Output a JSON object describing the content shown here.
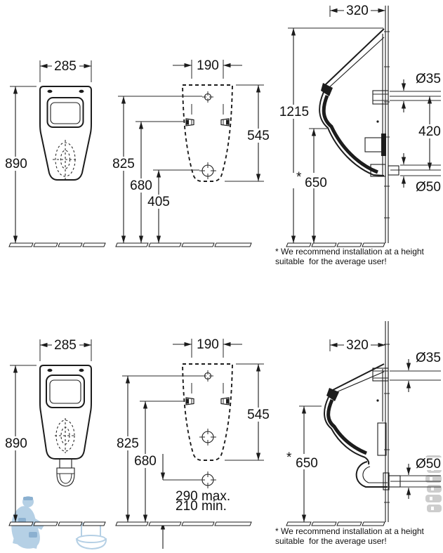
{
  "document_type": "urinal installation technical drawing, two variants (front view, mounting template, side section)",
  "note": {
    "line1": "* We recommend installation at a height",
    "line2": "suitable  for the average user!"
  },
  "views": {
    "top_row": {
      "front": {
        "width_mm": "285",
        "install_height_mm": "890"
      },
      "mounting": {
        "hole_spacing_mm": "190",
        "body_height_mm": "545",
        "inlet_height_mm": "825",
        "fixing_height_mm": "680",
        "outlet_height_mm": "405"
      },
      "side": {
        "depth_mm": "320",
        "top_height_mm": "1215",
        "inlet_diameter": "Ø35",
        "inlet_to_outlet_mm": "420",
        "outlet_diameter": "Ø50",
        "star": "*",
        "rim_height_mm": "650"
      }
    },
    "bottom_row": {
      "front": {
        "width_mm": "285",
        "install_height_mm": "890"
      },
      "mounting": {
        "hole_spacing_mm": "190",
        "body_height_mm": "545",
        "inlet_height_mm": "825",
        "fixing_height_mm": "680",
        "outlet_max": "290 max.",
        "outlet_min": "210 min."
      },
      "side": {
        "depth_mm": "320",
        "inlet_diameter": "Ø35",
        "outlet_diameter": "Ø50",
        "star": "*",
        "rim_height_mm": "650"
      }
    }
  }
}
